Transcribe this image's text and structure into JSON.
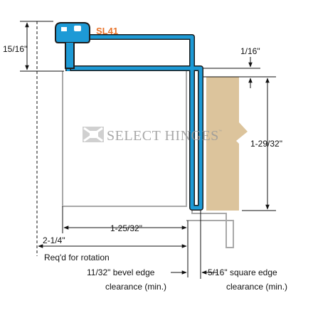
{
  "model_label": "SL41",
  "brand": {
    "name": "SELECT HINGES",
    "trademark": "™"
  },
  "dimensions": {
    "hinge_height": "15/16\"",
    "top_gap": "1/16\"",
    "door_height": "1-29/32\"",
    "inner_width": "1-25/32\"",
    "overall_width": "2-1/4\"",
    "rotation_note": "Req'd for rotation",
    "bevel_line1": "11/32\" bevel edge",
    "bevel_line2": "clearance (min.)",
    "square_line1": "5/16\" square edge",
    "square_line2": "clearance (min.)"
  },
  "colors": {
    "hinge_blue": "#1d9ad6",
    "hinge_outline": "#1d1d1d",
    "door_wood": "#dcc49c",
    "frame_gray": "#a8a8a8",
    "model_orange": "#e8742c",
    "watermark_gray": "#9a9a9a"
  }
}
